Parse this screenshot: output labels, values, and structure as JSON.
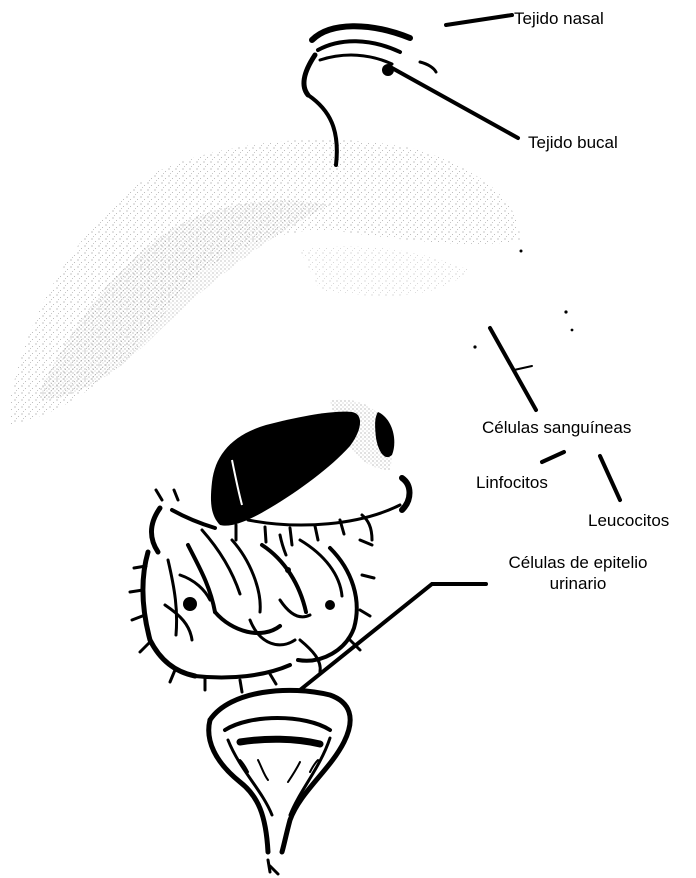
{
  "labels": {
    "tejido_nasal": "Tejido nasal",
    "tejido_bucal": "Tejido bucal",
    "celulas_sanguineas": "Células sanguíneas",
    "linfocitos": "Linfocitos",
    "leucocitos": "Leucocitos",
    "celulas_epitelio_line1": "Células de epitelio",
    "celulas_epitelio_line2": "urinario"
  },
  "colors": {
    "ink": "#000000",
    "stipple": "#8a8a8a",
    "background": "#ffffff"
  }
}
